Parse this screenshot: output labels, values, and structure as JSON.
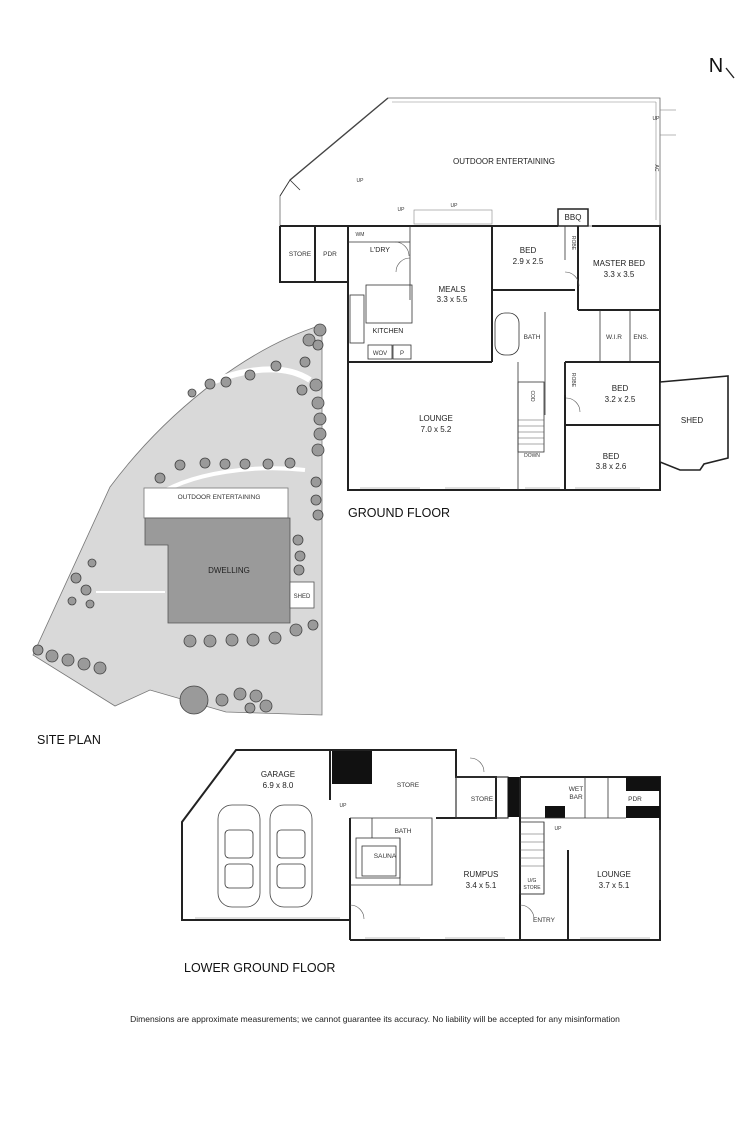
{
  "compass": "N",
  "site_plan": {
    "title": "SITE PLAN",
    "labels": {
      "outdoor": "OUTDOOR ENTERTAINING",
      "dwelling": "DWELLING",
      "shed": "SHED"
    }
  },
  "ground_floor": {
    "title": "GROUND FLOOR",
    "rooms": {
      "outdoor": "OUTDOOR ENTERTAINING",
      "bbq": "BBQ",
      "store": "STORE",
      "pdr": "PDR",
      "wm": "WM",
      "ldry": "L'DRY",
      "meals": "MEALS",
      "meals_dim": "3.3 x 5.5",
      "kitchen": "KITCHEN",
      "wov": "WOV",
      "p": "P",
      "bed1": "BED",
      "bed1_dim": "2.9 x 2.5",
      "robe1": "ROBE",
      "master": "MASTER BED",
      "master_dim": "3.3 x 3.5",
      "bath": "BATH",
      "wir": "W.I.R",
      "ens": "ENS.",
      "robe2": "ROBE",
      "bed2": "BED",
      "bed2_dim": "3.2 x 2.5",
      "cod": "COD",
      "lounge": "LOUNGE",
      "lounge_dim": "7.0 x 5.2",
      "down": "DOWN",
      "bed3": "BED",
      "bed3_dim": "3.8 x 2.6",
      "shed": "SHED",
      "up1": "UP",
      "up2": "UP",
      "up3": "UP",
      "up4": "UP",
      "ac": "AC"
    }
  },
  "lower_floor": {
    "title": "LOWER GROUND FLOOR",
    "rooms": {
      "garage": "GARAGE",
      "garage_dim": "6.9 x 8.0",
      "store1": "STORE",
      "store2": "STORE",
      "up1": "UP",
      "up2": "UP",
      "bath": "BATH",
      "sauna": "SAUNA",
      "rumpus": "RUMPUS",
      "rumpus_dim": "3.4 x 5.1",
      "ug_store1": "U/G",
      "ug_store2": "STORE",
      "entry": "ENTRY",
      "wet_bar1": "WET",
      "wet_bar2": "BAR",
      "pdr": "PDR",
      "lounge": "LOUNGE",
      "lounge_dim": "3.7 x 5.1"
    }
  },
  "disclaimer": "Dimensions are approximate measurements; we cannot guarantee its accuracy. No liability will be accepted for any misinformation"
}
